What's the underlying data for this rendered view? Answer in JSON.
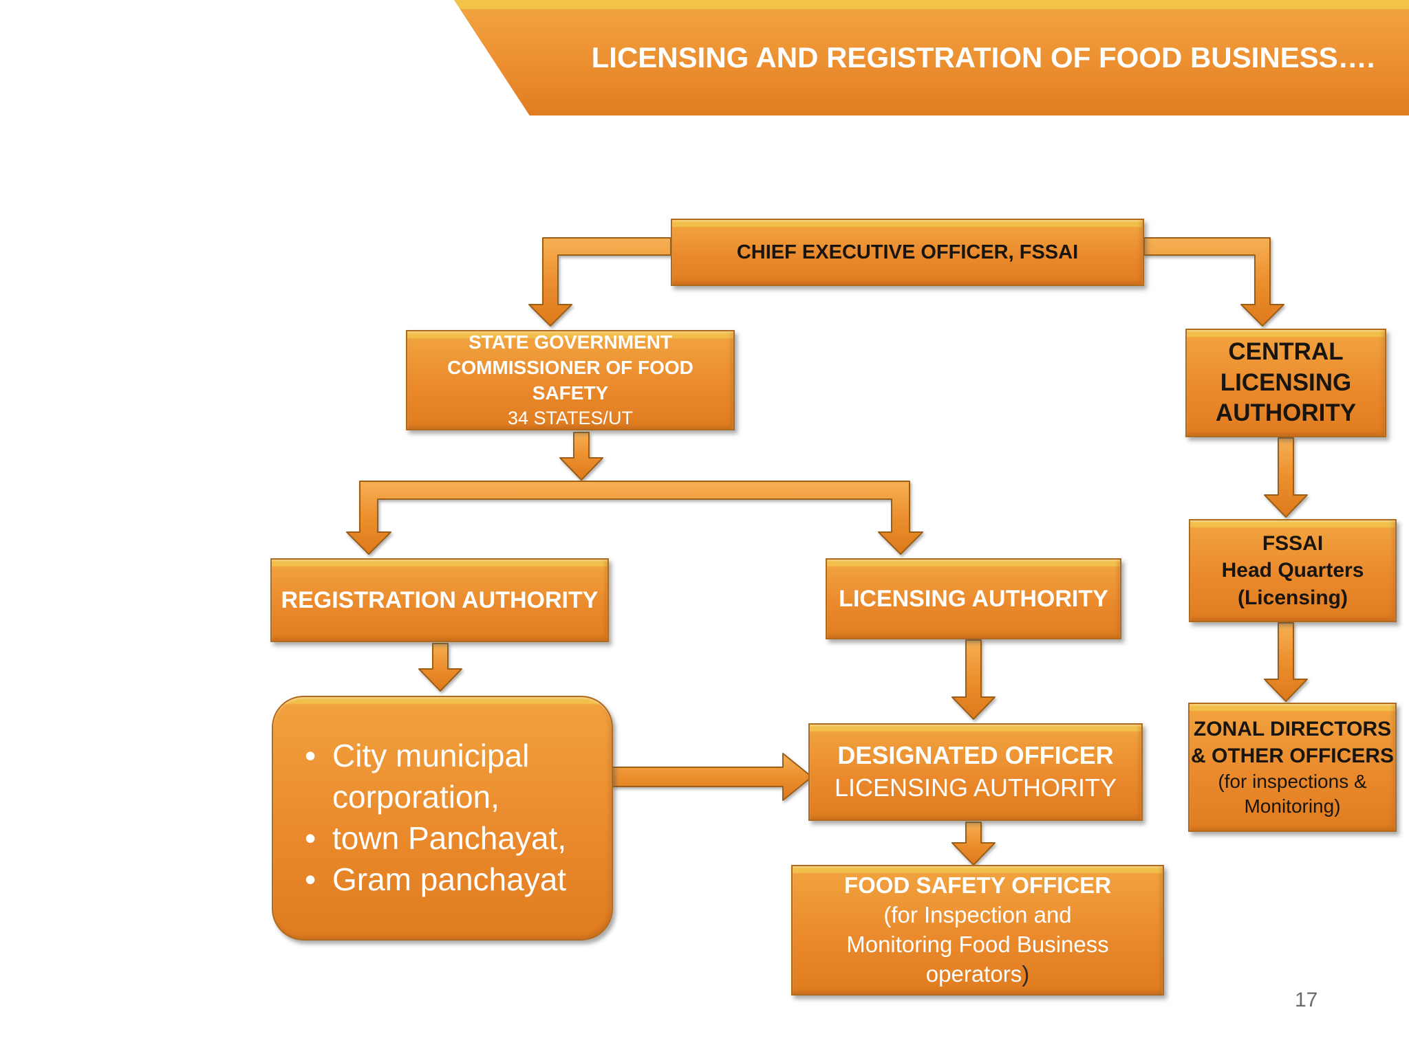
{
  "slide": {
    "title": "LICENSING AND REGISTRATION OF FOOD BUSINESS….",
    "page_number": "17",
    "colors": {
      "box_orange": "#EA8A2C",
      "box_top_highlight": "#F2C04A",
      "box_border": "#B06A1E",
      "arrow_fill": "#EA8A2C",
      "title_text": "#FFFFFF",
      "light_text": "#FFFFFF",
      "dark_text": "#181410",
      "page_number_color": "#696969",
      "background": "#FFFFFF"
    }
  },
  "nodes": {
    "ceo": {
      "line1": "CHIEF EXECUTIVE OFFICER, FSSAI"
    },
    "state": {
      "line1": "STATE GOVERNMENT",
      "line2": "COMMISSIONER OF FOOD SAFETY",
      "line3": "34 STATES/UT"
    },
    "central": {
      "line1": "CENTRAL",
      "line2": "LICENSING",
      "line3": "AUTHORITY"
    },
    "registration": {
      "line1": "REGISTRATION AUTHORITY"
    },
    "licensing": {
      "line1": "LICENSING AUTHORITY"
    },
    "fssai_hq": {
      "line1": "FSSAI",
      "line2": "Head Quarters",
      "line3": "(Licensing)"
    },
    "local_bodies": {
      "bullets": [
        "City municipal corporation,",
        "town Panchayat,",
        "Gram panchayat"
      ]
    },
    "designated": {
      "line1": "DESIGNATED OFFICER",
      "line2": "LICENSING AUTHORITY"
    },
    "zonal": {
      "line1": "ZONAL DIRECTORS",
      "line2": "& OTHER OFFICERS",
      "line3": "(for inspections &",
      "line4": "Monitoring)"
    },
    "fso": {
      "line1": "FOOD SAFETY OFFICER",
      "line2": "(for Inspection and",
      "line3": "Monitoring Food Business",
      "line4": "operators",
      "line4_suffix": ")"
    }
  },
  "connections": [
    {
      "from": "ceo",
      "to": "state"
    },
    {
      "from": "ceo",
      "to": "central"
    },
    {
      "from": "state",
      "to": "registration"
    },
    {
      "from": "state",
      "to": "licensing"
    },
    {
      "from": "registration",
      "to": "local_bodies"
    },
    {
      "from": "licensing",
      "to": "designated"
    },
    {
      "from": "local_bodies",
      "to": "designated"
    },
    {
      "from": "designated",
      "to": "fso"
    },
    {
      "from": "central",
      "to": "fssai_hq"
    },
    {
      "from": "fssai_hq",
      "to": "zonal"
    }
  ]
}
